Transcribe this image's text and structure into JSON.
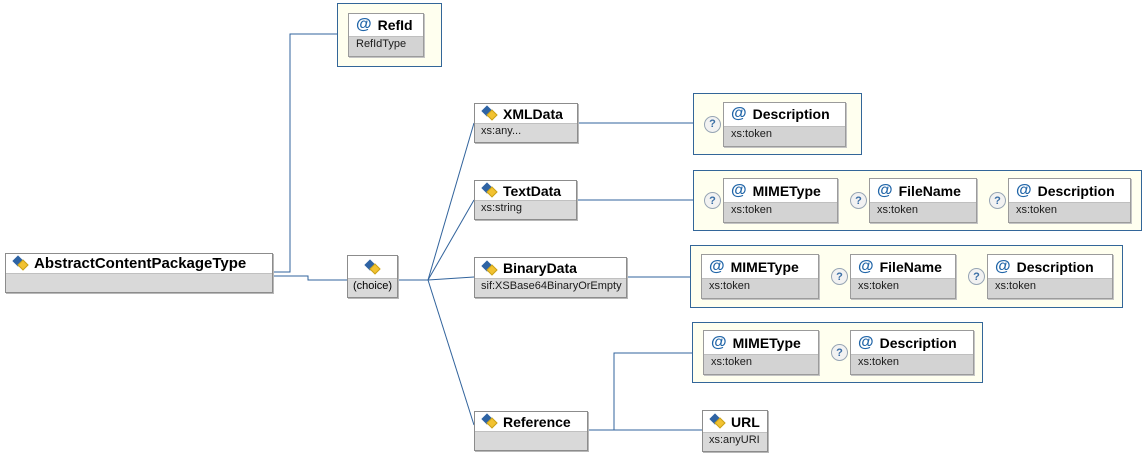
{
  "symbols": {
    "at": "@",
    "optional": "?"
  },
  "root": {
    "name": "AbstractContentPackageType"
  },
  "refid": {
    "name": "RefId",
    "type": "RefIdType"
  },
  "choice": {
    "label": "(choice)"
  },
  "elements": {
    "xmldata": {
      "name": "XMLData",
      "type": "xs:any..."
    },
    "textdata": {
      "name": "TextData",
      "type": "xs:string"
    },
    "binarydata": {
      "name": "BinaryData",
      "type": "sif:XSBase64BinaryOrEmpty"
    },
    "reference": {
      "name": "Reference",
      "type": ""
    },
    "url": {
      "name": "URL",
      "type": "xs:anyURI"
    }
  },
  "attr_rows": {
    "xmldata": [
      {
        "name": "Description",
        "type": "xs:token",
        "optional": true
      }
    ],
    "textdata": [
      {
        "name": "MIMEType",
        "type": "xs:token",
        "optional": true
      },
      {
        "name": "FileName",
        "type": "xs:token",
        "optional": true
      },
      {
        "name": "Description",
        "type": "xs:token",
        "optional": true
      }
    ],
    "binarydata": [
      {
        "name": "MIMEType",
        "type": "xs:token",
        "optional": false
      },
      {
        "name": "FileName",
        "type": "xs:token",
        "optional": true
      },
      {
        "name": "Description",
        "type": "xs:token",
        "optional": true
      }
    ],
    "reference": [
      {
        "name": "MIMEType",
        "type": "xs:token",
        "optional": false
      },
      {
        "name": "Description",
        "type": "xs:token",
        "optional": true
      }
    ]
  },
  "colors": {
    "connector": "#31639c",
    "container_bg": "#ffffef",
    "container_border": "#336699",
    "icon_blue": "#2e63a4",
    "icon_yellow": "#f2c231",
    "at_symbol": "#2065a8",
    "strip_gray": "#d9d9d9"
  }
}
